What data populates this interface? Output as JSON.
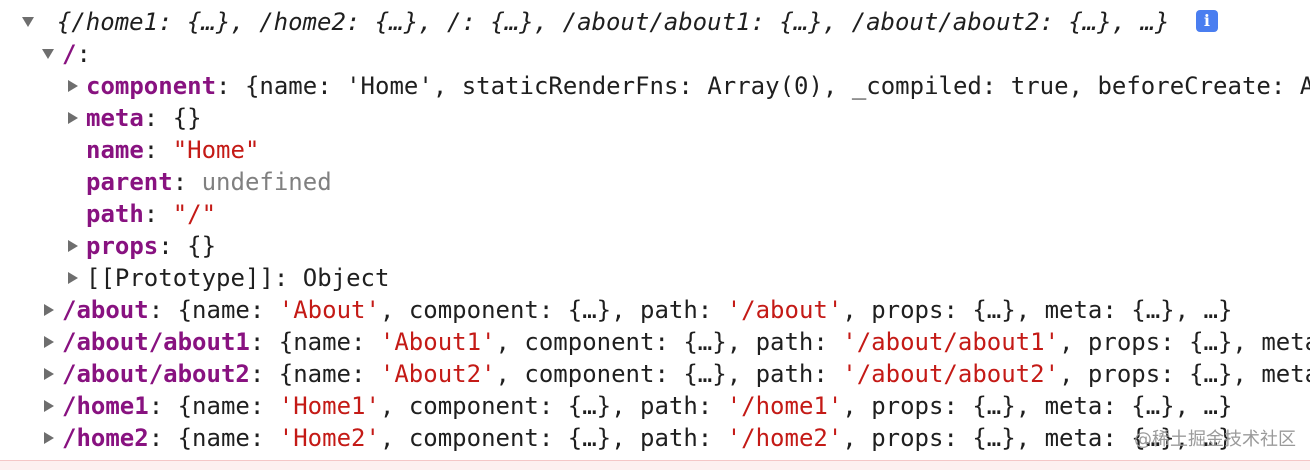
{
  "root_summary": "{/home1: {…}, /home2: {…}, /: {…}, /about/about1: {…}, /about/about2: {…}, …}",
  "info_badge": "i",
  "slash_key": "/",
  "slash_props": {
    "component_key": "component",
    "component_preview": "{name: 'Home', staticRenderFns: Array(0), _compiled: true, beforeCreate: A",
    "meta_key": "meta",
    "meta_value": "{}",
    "name_key": "name",
    "name_value": "\"Home\"",
    "parent_key": "parent",
    "parent_value": "undefined",
    "path_key": "path",
    "path_value": "\"/\"",
    "props_key": "props",
    "props_value": "{}",
    "prototype_key": "[[Prototype]]",
    "prototype_value": "Object"
  },
  "routes": [
    {
      "key": "/about",
      "pre_name": "{name: ",
      "name": "'About'",
      "mid": ", component: {…}, path: ",
      "path": "'/about'",
      "tail": ", props: {…}, meta: {…}, …}"
    },
    {
      "key": "/about/about1",
      "pre_name": "{name: ",
      "name": "'About1'",
      "mid": ", component: {…}, path: ",
      "path": "'/about/about1'",
      "tail": ", props: {…}, meta"
    },
    {
      "key": "/about/about2",
      "pre_name": "{name: ",
      "name": "'About2'",
      "mid": ", component: {…}, path: ",
      "path": "'/about/about2'",
      "tail": ", props: {…}, meta"
    },
    {
      "key": "/home1",
      "pre_name": "{name: ",
      "name": "'Home1'",
      "mid": ", component: {…}, path: ",
      "path": "'/home1'",
      "tail": ", props: {…}, meta: {…}, …}"
    },
    {
      "key": "/home2",
      "pre_name": "{name: ",
      "name": "'Home2'",
      "mid": ", component: {…}, path: ",
      "path": "'/home2'",
      "tail": ", props: {…}, meta: {…}, …}"
    }
  ],
  "watermark": "@稀土掘金技术社区",
  "colors": {
    "key": "#881280",
    "string": "#c41a16",
    "keyword": "#1a1aa6",
    "muted": "#808080",
    "info_badge": "#4a7ef0"
  }
}
